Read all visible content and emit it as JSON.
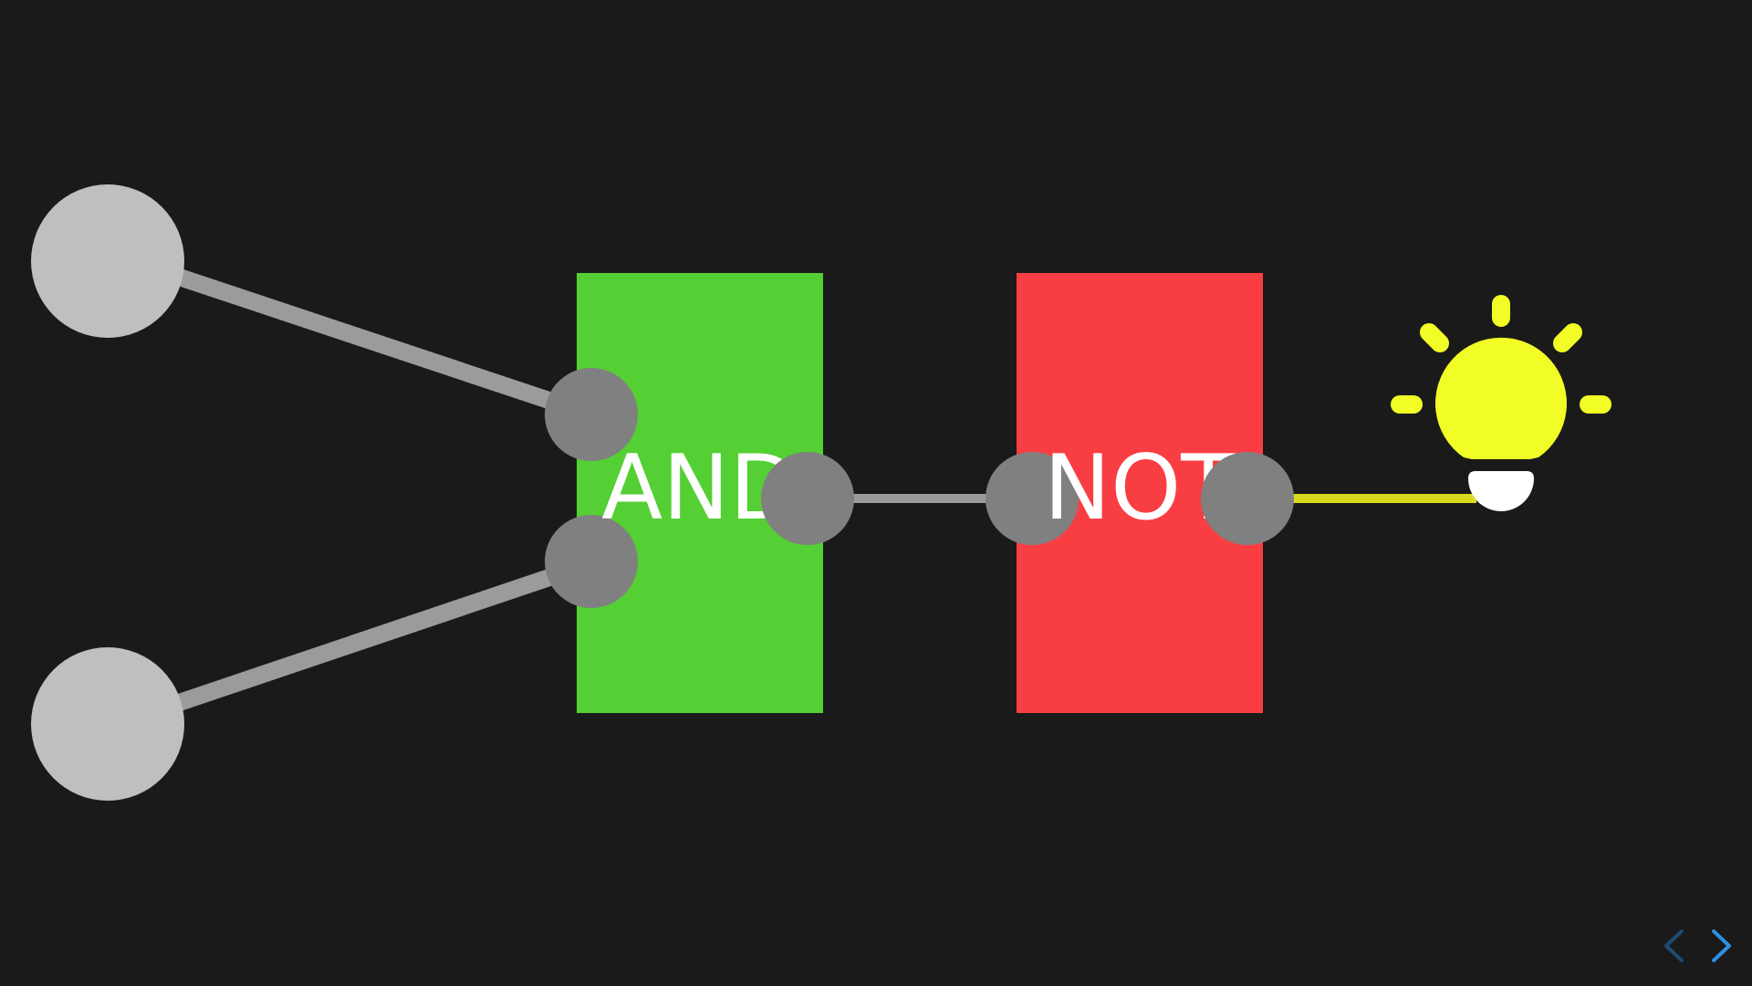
{
  "gates": {
    "and": {
      "label": "AND",
      "color": "#54cf34"
    },
    "not": {
      "label": "NOT",
      "color": "#f83e42"
    }
  },
  "inputs": [
    {
      "name": "input-a",
      "state": "off"
    },
    {
      "name": "input-b",
      "state": "off"
    }
  ],
  "output": {
    "icon": "lightbulb-icon",
    "state": "on",
    "color": "#f2fc26"
  },
  "colors": {
    "background": "#1a1a1a",
    "input_node": "#bfbfbf",
    "port": "#808080",
    "wire_off": "#9b9b9b",
    "wire_on": "#d9d91f",
    "nav_active": "#2e8fe0",
    "nav_inactive": "#1f4a70"
  },
  "navigation": {
    "prev_icon": "chevron-left-icon",
    "next_icon": "chevron-right-icon"
  }
}
